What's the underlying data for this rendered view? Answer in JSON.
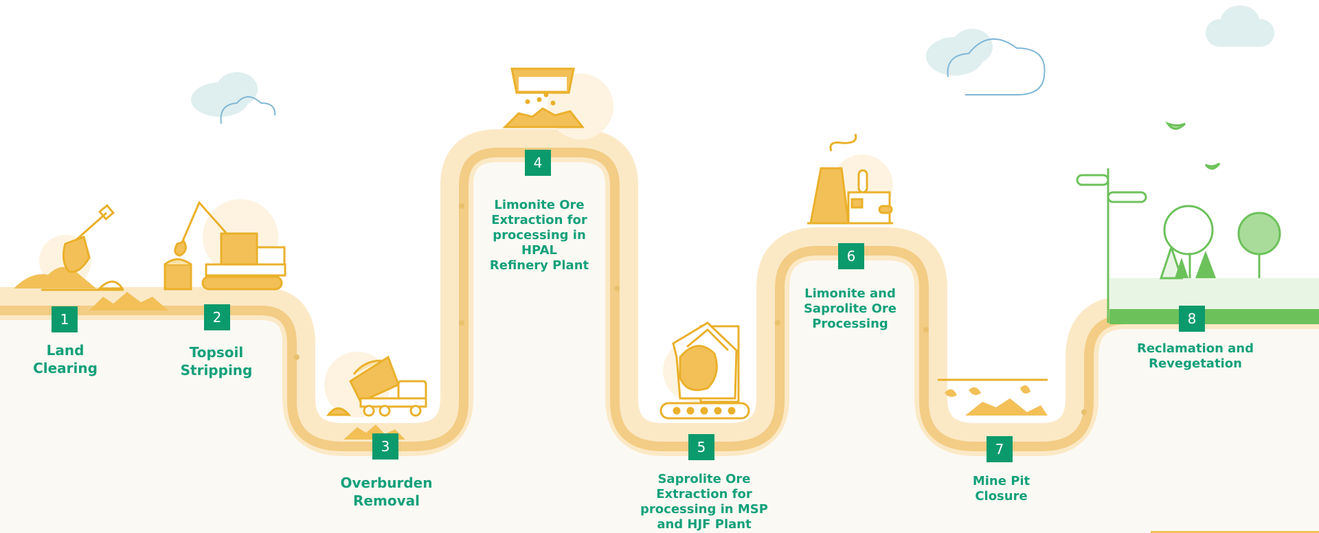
{
  "colors": {
    "track": "#fbe9c6",
    "track_edge": "#f3cc85",
    "accent": "#f2c057",
    "stroke": "#eab02a",
    "badge": "#0b9a6c",
    "label": "#12a07a",
    "cloud": "#dfeeee",
    "cloud_line": "#7fb7d6",
    "green": "#6cc15a",
    "ground": "#fbf9f3"
  },
  "steps": [
    {
      "number": "1",
      "label": "Land\nClearing",
      "icon": "shovel-icon"
    },
    {
      "number": "2",
      "label": "Topsoil\nStripping",
      "icon": "excavator-icon"
    },
    {
      "number": "3",
      "label": "Overburden\nRemoval",
      "icon": "dump-truck-icon"
    },
    {
      "number": "4",
      "label": "Limonite Ore\nExtraction for\nprocessing in HPAL\nRefinery Plant",
      "icon": "hopper-icon"
    },
    {
      "number": "5",
      "label": "Saprolite  Ore\nExtraction for\nprocessing in MSP\nand HJF Plant",
      "icon": "conveyor-icon"
    },
    {
      "number": "6",
      "label": "Limonite and\nSaprolite Ore\nProcessing",
      "icon": "factory-icon"
    },
    {
      "number": "7",
      "label": "Mine Pit\nClosure",
      "icon": "filled-pit-icon"
    },
    {
      "number": "8",
      "label": "Reclamation and\nRevegetation",
      "icon": "trees-icon"
    }
  ]
}
